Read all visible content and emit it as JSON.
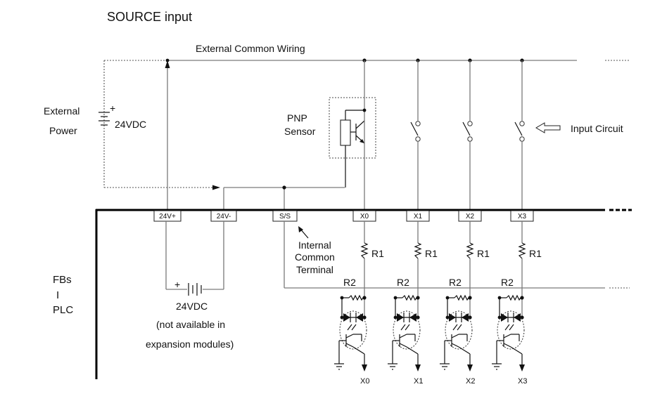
{
  "title": "SOURCE input",
  "labels": {
    "external_common_wiring": "External Common Wiring",
    "external_power_line1": "External",
    "external_power_line2": "Power",
    "supply_voltage": "24VDC",
    "pnp_line1": "PNP",
    "pnp_line2": "Sensor",
    "input_circuit": "Input Circuit",
    "internal_common_line1": "Internal",
    "internal_common_line2": "Common",
    "internal_common_line3": "Terminal",
    "fbs_line1": "FBs",
    "fbs_line2": "I",
    "fbs_line3": "PLC",
    "internal_supply": "24VDC",
    "note_line1": "(not available in",
    "note_line2": "expansion modules)",
    "plus": "+"
  },
  "terminals": [
    "24V+",
    "24V-",
    "S/S",
    "X0",
    "X1",
    "X2",
    "X3"
  ],
  "inputs": [
    {
      "terminal": "X0",
      "r1": "R1",
      "r2": "R2",
      "output": "X0"
    },
    {
      "terminal": "X1",
      "r1": "R1",
      "r2": "R2",
      "output": "X1"
    },
    {
      "terminal": "X2",
      "r1": "R1",
      "r2": "R2",
      "output": "X2"
    },
    {
      "terminal": "X3",
      "r1": "R1",
      "r2": "R2",
      "output": "X3"
    }
  ]
}
